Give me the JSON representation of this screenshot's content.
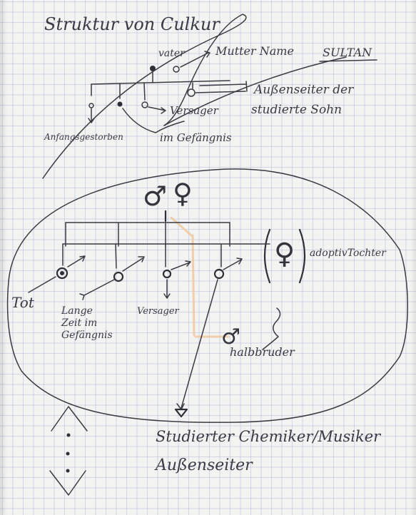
{
  "title": "Struktur von Culkur",
  "labels": {
    "vater": "vater",
    "mutter": "Mutter Name",
    "sultan": "SULTAN",
    "aussenseiter": "Außenseiter der",
    "studierte_sohn": "studierte Sohn",
    "versager_top": "Versager",
    "anfangs": "Anfangsgestorben",
    "gefaengnis_top": "im Gefängnis",
    "adoptiv": "adoptivTochter",
    "tot": "Tot",
    "lange_zeit": [
      "Lange",
      "Zeit im",
      "Gefängnis"
    ],
    "versager_bottom": "Versager",
    "halbbruder": "halbbruder",
    "bottom_line1": "Studierter Chemiker/Musiker",
    "bottom_line2": "Außenseiter"
  },
  "symbols": {
    "male": "♂",
    "female": "♀"
  },
  "colors": {
    "ink": "#3b3b43",
    "grid": "#8c9ec4",
    "highlight": "#f0c8a0"
  }
}
